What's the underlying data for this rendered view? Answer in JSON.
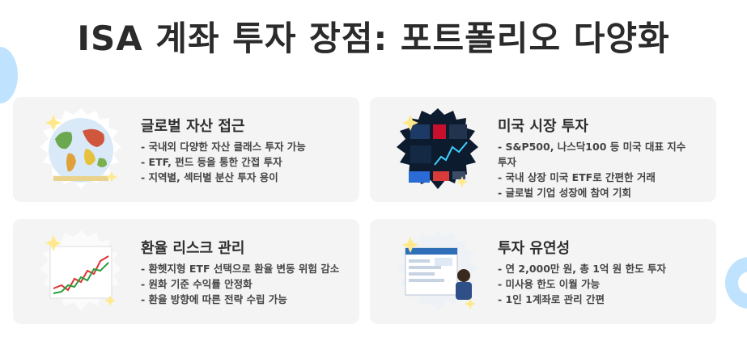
{
  "page": {
    "title": "ISA 계좌 투자 장점: 포트폴리오 다양화"
  },
  "cards": [
    {
      "title": "글로벌 자산 접근",
      "image_icon": "world-map",
      "bullets": [
        "- 국내외 다양한 자산 클래스 투자 가능",
        "- ETF, 펀드 등을 통한 간접 투자",
        "- 지역별, 섹터별 분산 투자 용이"
      ]
    },
    {
      "title": "미국 시장 투자",
      "image_icon": "stock-ticker-board",
      "bullets": [
        "- S&P500, 나스닥100 등 미국 대표 지수 투자",
        "- 국내 상장 미국 ETF로 간편한 거래",
        "- 글로벌 기업 성장에 참여 기회"
      ]
    },
    {
      "title": "환율 리스크 관리",
      "image_icon": "exchange-rate-chart",
      "bullets": [
        "- 환헷지형 ETF 선택으로 환율 변동 위험 감소",
        "- 원화 기준 수익률 안정화",
        "- 환율 방향에 따른 전략 수립 가능"
      ]
    },
    {
      "title": "투자 유연성",
      "image_icon": "investor-dashboard",
      "bullets": [
        "- 연 2,000만 원, 총 1억 원 한도 투자",
        "- 미사용 한도 이월 가능",
        "- 1인 1계좌로 관리 간편"
      ]
    }
  ],
  "colors": {
    "card_bg": "#f4f4f4",
    "decor_blue": "#bfe3ff",
    "sparkle_yellow": "#ffe98a"
  }
}
